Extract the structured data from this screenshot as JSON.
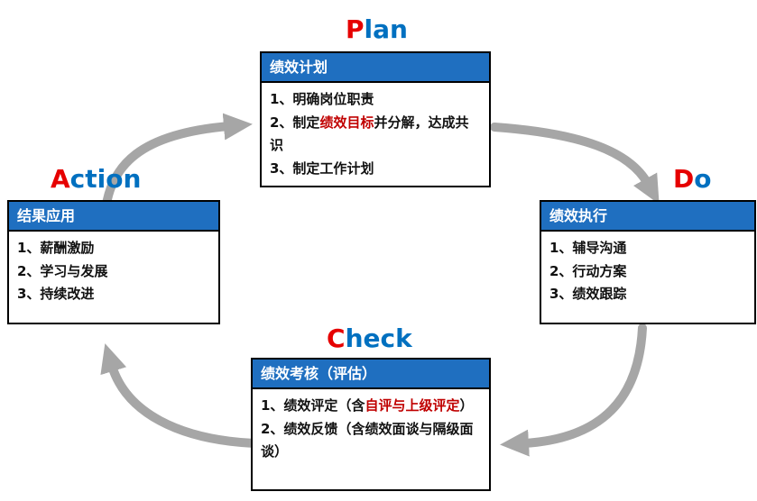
{
  "colors": {
    "header_blue": "#1f6fc0",
    "label_first_red": "#e60000",
    "label_rest_blue": "#0070c0",
    "highlight_red": "#c00000",
    "arrow_gray": "#a6a6a6"
  },
  "stages": {
    "plan": {
      "label": {
        "first": "P",
        "rest": "lan"
      },
      "title": "绩效计划",
      "items": [
        {
          "segments": [
            {
              "t": "1、明确岗位职责"
            }
          ]
        },
        {
          "segments": [
            {
              "t": "2、制定"
            },
            {
              "t": "绩效目标",
              "red": true
            },
            {
              "t": "并分解，达成共识"
            }
          ]
        },
        {
          "segments": [
            {
              "t": "3、制定工作计划"
            }
          ]
        }
      ]
    },
    "do": {
      "label": {
        "first": "D",
        "rest": "o"
      },
      "title": "绩效执行",
      "items": [
        {
          "segments": [
            {
              "t": "1、辅导沟通"
            }
          ]
        },
        {
          "segments": [
            {
              "t": "2、行动方案"
            }
          ]
        },
        {
          "segments": [
            {
              "t": "3、绩效跟踪"
            }
          ]
        }
      ]
    },
    "check": {
      "label": {
        "first": "C",
        "rest": "heck"
      },
      "title": "绩效考核（评估）",
      "items": [
        {
          "segments": [
            {
              "t": "1、绩效评定（含"
            },
            {
              "t": "自评与上级评定",
              "red": true
            },
            {
              "t": "）"
            }
          ]
        },
        {
          "segments": [
            {
              "t": "2、绩效反馈（含绩效面谈与隔级面谈）"
            }
          ]
        }
      ]
    },
    "action": {
      "label": {
        "first": "A",
        "rest": "ction"
      },
      "title": "结果应用",
      "items": [
        {
          "segments": [
            {
              "t": "1、薪酬激励"
            }
          ]
        },
        {
          "segments": [
            {
              "t": "2、学习与发展"
            }
          ]
        },
        {
          "segments": [
            {
              "t": "3、持续改进"
            }
          ]
        }
      ]
    }
  }
}
